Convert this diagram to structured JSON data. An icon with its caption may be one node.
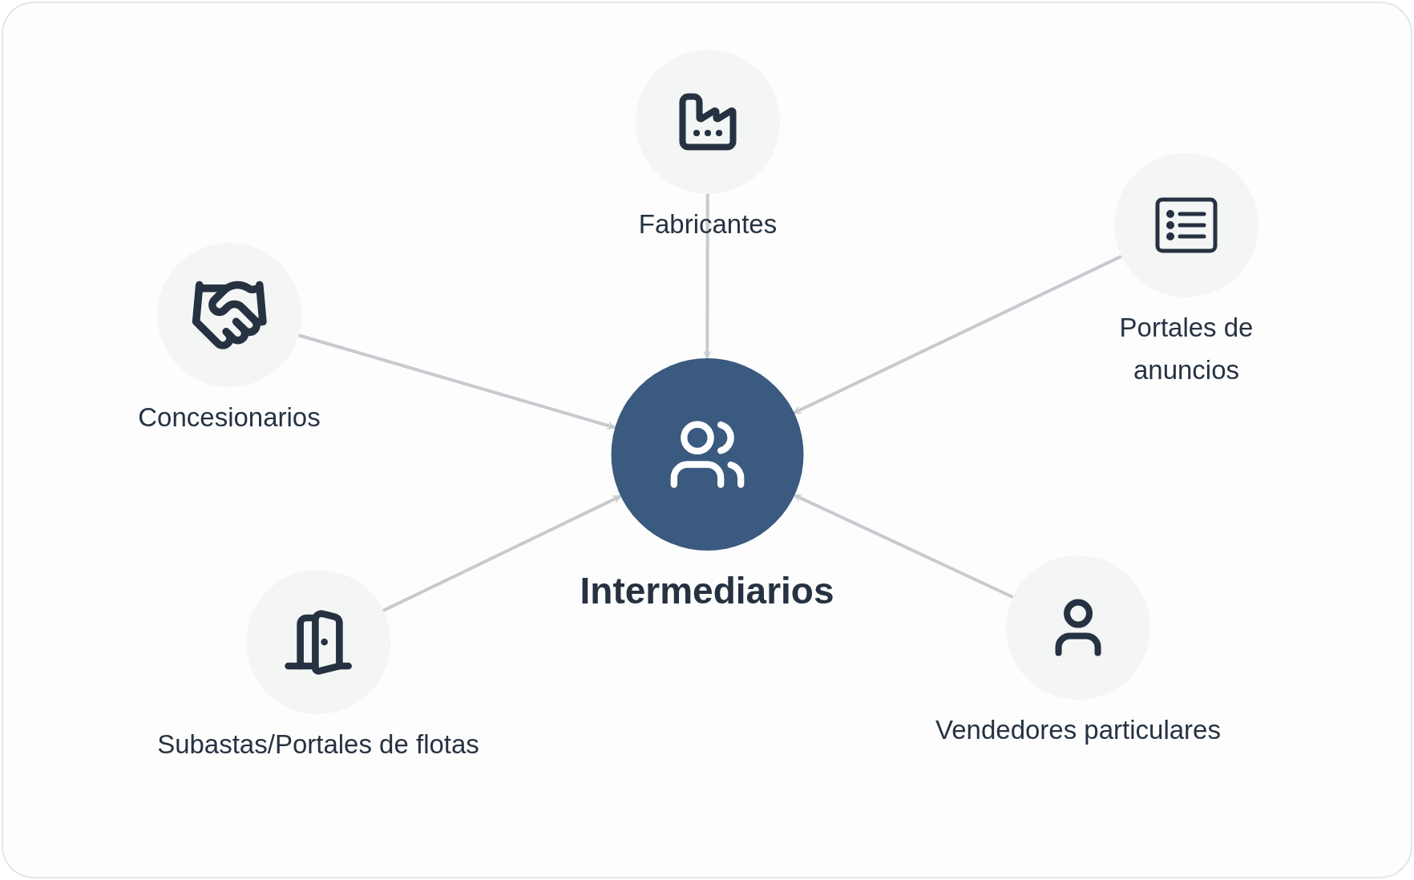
{
  "diagram": {
    "nodes": [
      {
        "text": [
          "Fabricantes"
        ]
      },
      {
        "text": [
          "Portales de anuncios"
        ]
      },
      {
        "text": [
          "Concesionarios"
        ]
      },
      {
        "text": [
          "Intermediarios"
        ]
      },
      {
        "text": [
          "Vendedores particulares"
        ]
      },
      {
        "text": [
          "Subastas/Portales de flotas"
        ]
      }
    ],
    "edges": [
      {
        "from": 0,
        "to": 3,
        "arrow": "to"
      },
      {
        "from": 1,
        "to": 3,
        "arrow": "to"
      },
      {
        "from": 2,
        "to": 3,
        "arrow": "to"
      },
      {
        "from": 4,
        "to": 3,
        "arrow": "to"
      },
      {
        "from": 5,
        "to": 3,
        "arrow": "to"
      }
    ]
  }
}
